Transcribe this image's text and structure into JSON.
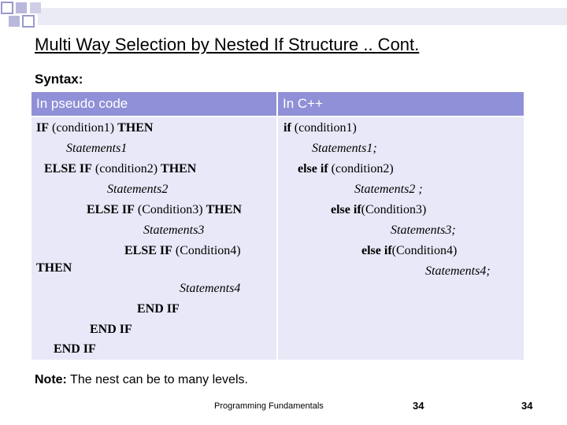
{
  "title": "Multi Way Selection by Nested If Structure .. Cont.",
  "syntax_label": "Syntax:",
  "table": {
    "left_header": "In pseudo code",
    "right_header": "In C++"
  },
  "pseudo": {
    "l1_kw": "IF",
    "l1_cond": "(condition1)",
    "l1_kw2": "THEN",
    "l2": "Statements1",
    "l3_kw": "ELSE  IF",
    "l3_cond": "(condition2)",
    "l3_kw2": "THEN",
    "l4": "Statements2",
    "l5_kw": "ELSE   IF",
    "l5_cond": "(Condition3)",
    "l5_kw2": "THEN",
    "l6": "Statements3",
    "l7_kw": "ELSE IF",
    "l7_cond": "(Condition4)",
    "l8": "THEN",
    "l9": "Statements4",
    "l10": "END IF",
    "l11": "END IF",
    "l12": "END IF"
  },
  "cpp": {
    "l1_kw": "if",
    "l1_cond": "(condition1)",
    "l2": "Statements1;",
    "l3_kw": "else  if",
    "l3_cond": "(condition2)",
    "l4": "Statements2 ;",
    "l5_kw": "else  if",
    "l5_cond": "(Condition3)",
    "l6": "Statements3;",
    "l7_kw": "else if",
    "l7_cond": "(Condition4)",
    "l8": "Statements4;"
  },
  "note": {
    "label": "Note:",
    "text": " The nest can be to many levels."
  },
  "footer": {
    "text": "Programming Fundamentals",
    "page_a": "34",
    "page_b": "34"
  },
  "colors": {
    "header_bg": "#9090d8",
    "table_bg": "#e8e8f8",
    "deco_square": "#9999cc",
    "deco_bar": "#ebebf5"
  }
}
